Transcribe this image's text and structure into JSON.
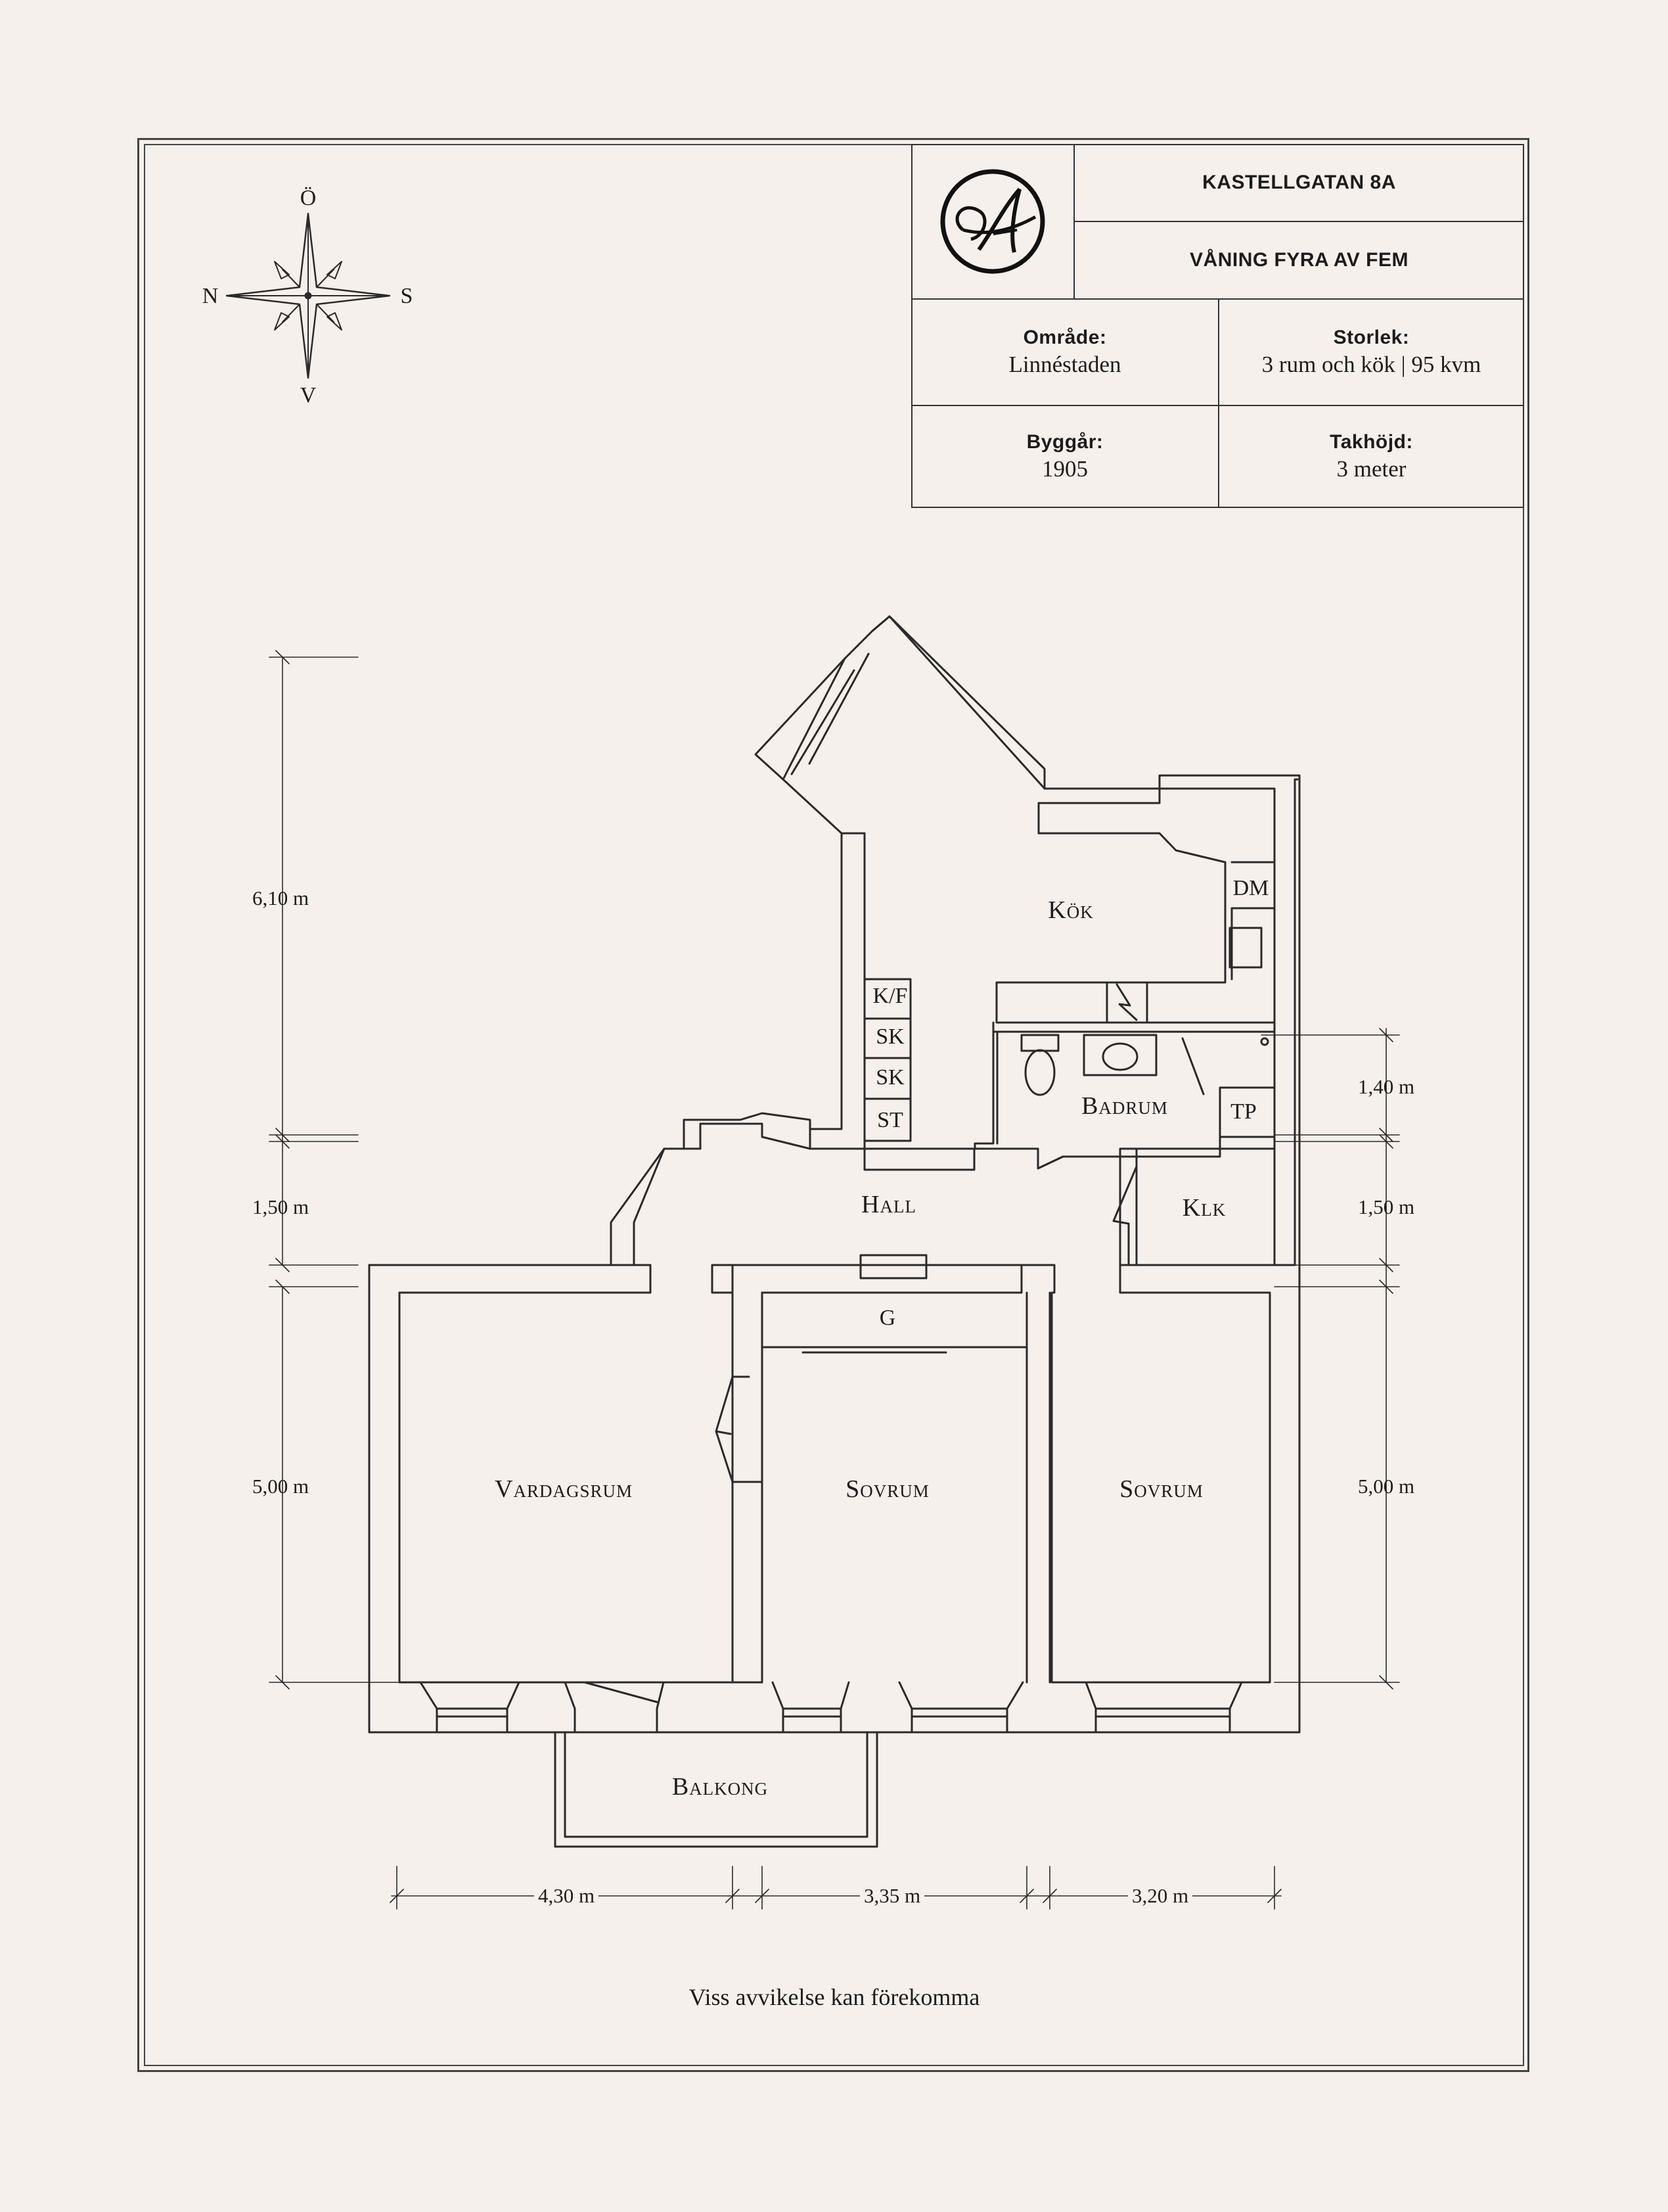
{
  "title_block": {
    "address": "KASTELLGATAN 8A",
    "floor": "VÅNING FYRA AV FEM",
    "area_label": "Område:",
    "area_value": "Linnéstaden",
    "size_label": "Storlek:",
    "size_value": "3 rum och kök | 95 kvm",
    "year_label": "Byggår:",
    "year_value": "1905",
    "height_label": "Takhöjd:",
    "height_value": "3 meter"
  },
  "logo": {
    "letter": "A",
    "icon": "monogram-a-logo"
  },
  "compass": {
    "north": "Ö",
    "west": "N",
    "east": "S",
    "south": "V"
  },
  "rooms": {
    "kok": "Kök",
    "hall": "Hall",
    "badrum": "Badrum",
    "klk": "Klk",
    "vardagsrum": "Vardagsrum",
    "sovrum_1": "Sovrum",
    "sovrum_2": "Sovrum",
    "balkong": "Balkong"
  },
  "fixtures": {
    "dm": "DM",
    "kf": "K/F",
    "sk1": "SK",
    "sk2": "SK",
    "st": "ST",
    "tp": "TP",
    "g": "G"
  },
  "dimensions": {
    "left_top": "6,10 m",
    "left_mid": "1,50 m",
    "left_bottom": "5,00 m",
    "right_top": "1,40 m",
    "right_mid": "1,50 m",
    "right_bottom": "5,00 m",
    "bottom_1": "4,30 m",
    "bottom_2": "3,35 m",
    "bottom_3": "3,20 m"
  },
  "note": "Viss avvikelse kan förekomma",
  "colors": {
    "background": "#f6f0ec",
    "ink": "#1c1c1c"
  }
}
